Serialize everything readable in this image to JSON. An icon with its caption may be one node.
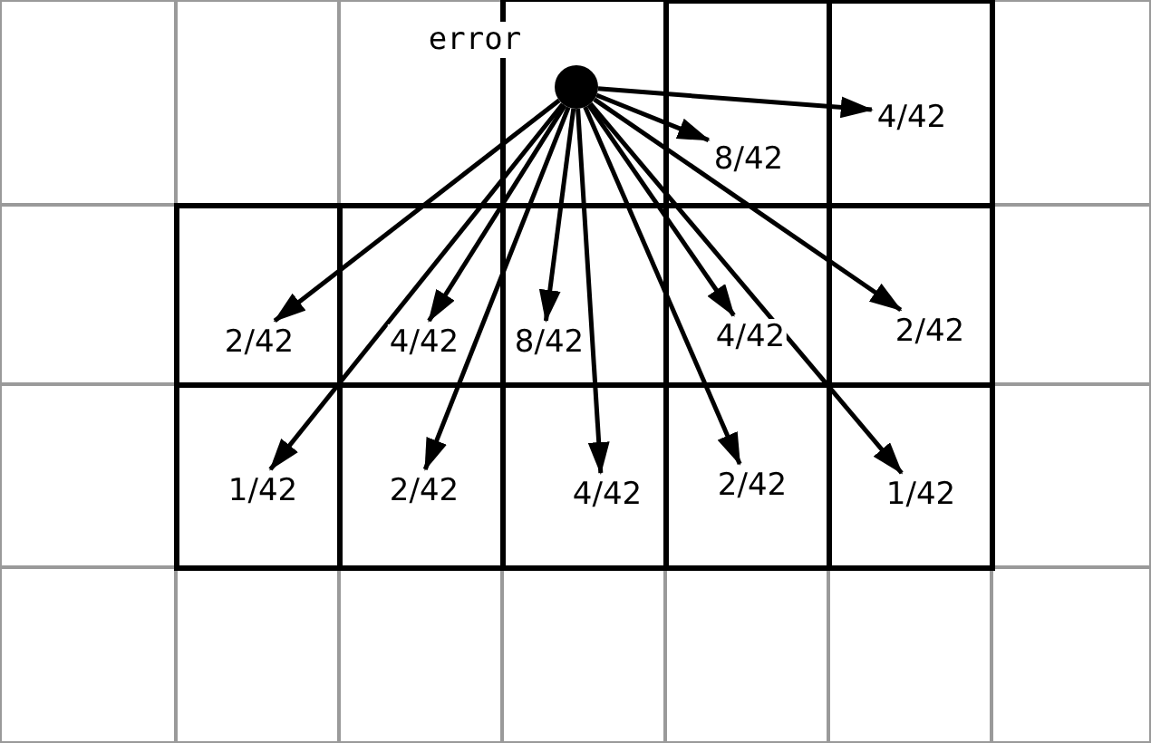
{
  "diagram": {
    "nodes": [
      {
        "text": [],
        "shape": "circle",
        "beside": [
          "error"
        ]
      },
      {
        "text": [
          "8/42"
        ]
      },
      {
        "text": [
          "4/42"
        ]
      },
      {
        "text": [
          "2/42"
        ]
      },
      {
        "text": [
          "4/42"
        ]
      },
      {
        "text": [
          "8/42"
        ]
      },
      {
        "text": [
          "4/42"
        ]
      },
      {
        "text": [
          "2/42"
        ]
      },
      {
        "text": [
          "1/42"
        ]
      },
      {
        "text": [
          "2/42"
        ]
      },
      {
        "text": [
          "4/42"
        ]
      },
      {
        "text": [
          "2/42"
        ]
      },
      {
        "text": [
          "1/42"
        ]
      }
    ],
    "edges": [
      {
        "from": 0,
        "to": 1,
        "arrow": "to"
      },
      {
        "from": 0,
        "to": 2,
        "arrow": "to"
      },
      {
        "from": 0,
        "to": 3,
        "arrow": "to"
      },
      {
        "from": 0,
        "to": 4,
        "arrow": "to"
      },
      {
        "from": 0,
        "to": 5,
        "arrow": "to"
      },
      {
        "from": 0,
        "to": 6,
        "arrow": "to"
      },
      {
        "from": 0,
        "to": 7,
        "arrow": "to"
      },
      {
        "from": 0,
        "to": 8,
        "arrow": "to"
      },
      {
        "from": 0,
        "to": 9,
        "arrow": "to"
      },
      {
        "from": 0,
        "to": 10,
        "arrow": "to"
      },
      {
        "from": 0,
        "to": 11,
        "arrow": "to"
      },
      {
        "from": 0,
        "to": 12,
        "arrow": "to"
      }
    ]
  }
}
